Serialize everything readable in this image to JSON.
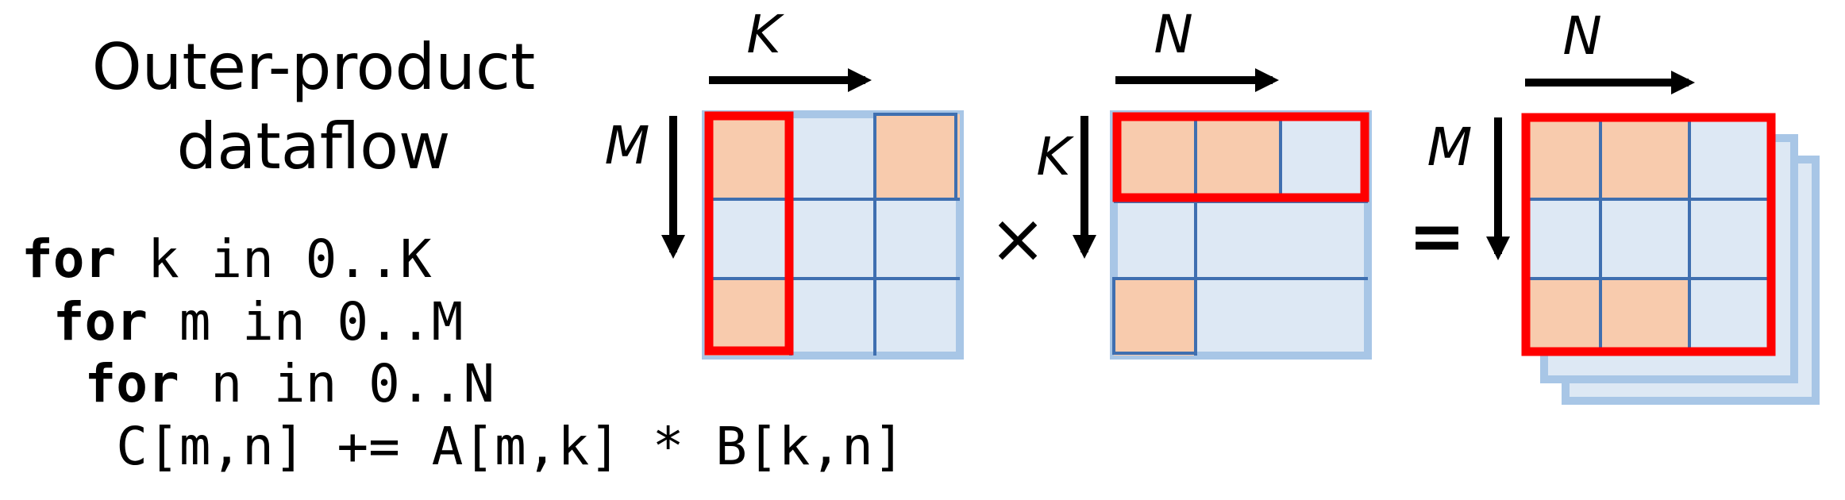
{
  "title": {
    "line1": "Outer-product",
    "line2": "dataflow"
  },
  "code": {
    "lines": [
      {
        "kw": "for",
        "rest": " k in 0..K"
      },
      {
        "kw": "for",
        "rest": " m in 0..M"
      },
      {
        "kw": "for",
        "rest": " n in 0..N"
      },
      {
        "kw": "",
        "rest": "C[m,n] += A[m,k] * B[k,n]"
      }
    ]
  },
  "labels": {
    "A_col": "K",
    "A_row": "M",
    "B_col": "N",
    "B_row": "K",
    "C_col": "N",
    "C_row": "M"
  },
  "operators": {
    "times": "×",
    "equals": "="
  },
  "colors": {
    "grid_fill": "#dde8f4",
    "grid_border": "#a8c6e6",
    "grid_line": "#3f6fb0",
    "highlight": "#f8cbad",
    "frame": "#ff0000"
  },
  "matrices": {
    "A": {
      "rows": 3,
      "cols": 3,
      "highlighted": [
        [
          0,
          0
        ],
        [
          0,
          2
        ],
        [
          2,
          0
        ]
      ]
    },
    "B": {
      "rows": 3,
      "cols": 3,
      "highlighted": [
        [
          0,
          0
        ],
        [
          0,
          1
        ],
        [
          2,
          0
        ]
      ]
    },
    "C": {
      "rows": 3,
      "cols": 3,
      "highlighted": [
        [
          0,
          0
        ],
        [
          0,
          1
        ],
        [
          2,
          0
        ],
        [
          2,
          1
        ]
      ]
    }
  }
}
